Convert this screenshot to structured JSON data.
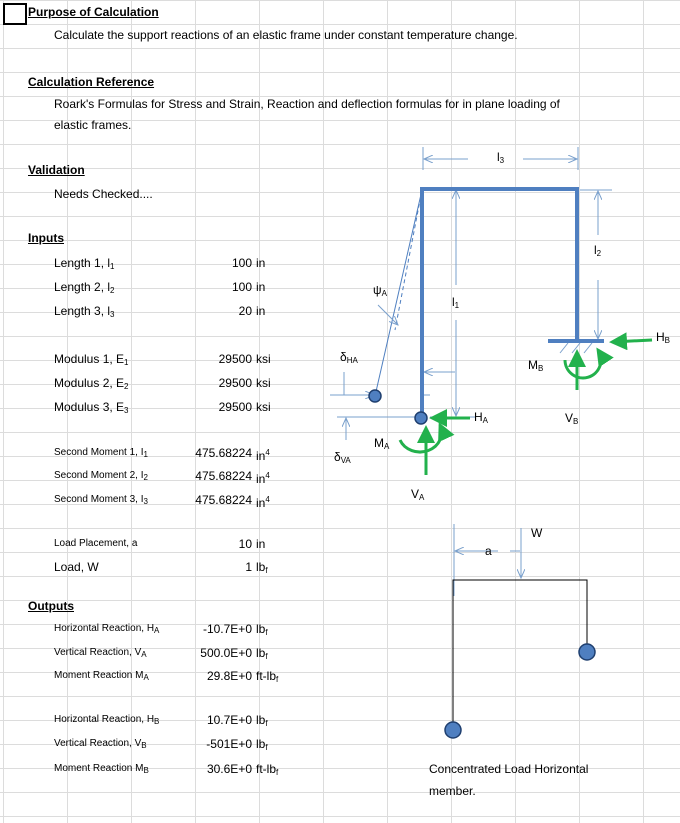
{
  "sections": {
    "purpose": {
      "heading": "Purpose of Calculation",
      "text": "Calculate the support reactions of an elastic frame under constant temperature change."
    },
    "reference": {
      "heading": "Calculation Reference",
      "text_line1": "Roark's Formulas for Stress and Strain, Reaction and deflection formulas for in plane loading of",
      "text_line2": "elastic frames."
    },
    "validation": {
      "heading": "Validation",
      "text": "Needs Checked...."
    }
  },
  "inputs": {
    "heading": "Inputs",
    "rows": [
      {
        "label": "Length 1, l",
        "sub": "1",
        "value": "100",
        "unit": "in",
        "sup": ""
      },
      {
        "label": "Length 2, l",
        "sub": "2",
        "value": "100",
        "unit": "in",
        "sup": ""
      },
      {
        "label": "Length 3, l",
        "sub": "3",
        "value": "20",
        "unit": "in",
        "sup": ""
      },
      {
        "label": "Modulus 1, E",
        "sub": "1",
        "value": "29500",
        "unit": "ksi",
        "sup": ""
      },
      {
        "label": "Modulus 2, E",
        "sub": "2",
        "value": "29500",
        "unit": "ksi",
        "sup": ""
      },
      {
        "label": "Modulus 3, E",
        "sub": "3",
        "value": "29500",
        "unit": "ksi",
        "sup": ""
      },
      {
        "label": "Second Moment 1, I",
        "sub": "1",
        "value": "475.68224",
        "unit": "in",
        "sup": "4"
      },
      {
        "label": "Second Moment 2, I",
        "sub": "2",
        "value": "475.68224",
        "unit": "in",
        "sup": "4"
      },
      {
        "label": "Second Moment 3, I",
        "sub": "3",
        "value": "475.68224",
        "unit": "in",
        "sup": "4"
      },
      {
        "label": "Load Placement, a",
        "sub": "",
        "value": "10",
        "unit": "in",
        "sup": ""
      },
      {
        "label": "Load, W",
        "sub": "",
        "value": "1",
        "unit": "lb",
        "unit_sub": "f",
        "sup": ""
      }
    ]
  },
  "outputs": {
    "heading": "Outputs",
    "rows": [
      {
        "label": "Horizontal Reaction, H",
        "sub": "A",
        "value": "-10.7E+0",
        "unit": "lb",
        "unit_sub": "f"
      },
      {
        "label": "Vertical Reaction, V",
        "sub": "A",
        "value": "500.0E+0",
        "unit": "lb",
        "unit_sub": "f"
      },
      {
        "label": "Moment Reaction M",
        "sub": "A",
        "value": "29.8E+0",
        "unit": "ft-lb",
        "unit_sub": "f"
      },
      {
        "label": "Horizontal Reaction, H",
        "sub": "B",
        "value": "10.7E+0",
        "unit": "lb",
        "unit_sub": "f"
      },
      {
        "label": "Vertical Reaction, V",
        "sub": "B",
        "value": "-501E+0",
        "unit": "lb",
        "unit_sub": "f"
      },
      {
        "label": "Moment Reaction M",
        "sub": "B",
        "value": "30.6E+0",
        "unit": "ft-lb",
        "unit_sub": "f"
      }
    ]
  },
  "diagram": {
    "labels": {
      "l3": "l",
      "l3_sub": "3",
      "l2": "l",
      "l2_sub": "2",
      "l1": "l",
      "l1_sub": "1",
      "psi": "ψ",
      "psi_sub": "A",
      "hb": "H",
      "hb_sub": "B",
      "mb": "M",
      "mb_sub": "B",
      "vb": "V",
      "vb_sub": "B",
      "delta_ha": "δ",
      "delta_ha_sub": "HA",
      "ha": "H",
      "ha_sub": "A",
      "ma": "M",
      "ma_sub": "A",
      "delta_va": "δ",
      "delta_va_sub": "VA",
      "va": "V",
      "va_sub": "A"
    },
    "load_case": {
      "w": "W",
      "a": "a",
      "caption_line1": "Concentrated Load Horizontal",
      "caption_line2": "member."
    },
    "colors": {
      "frame": "#4f7fc0",
      "arrow": "#22b14c",
      "dim": "#7aa0cc",
      "node": "#4f7fc0",
      "node_stroke": "#1f3f6f"
    }
  }
}
